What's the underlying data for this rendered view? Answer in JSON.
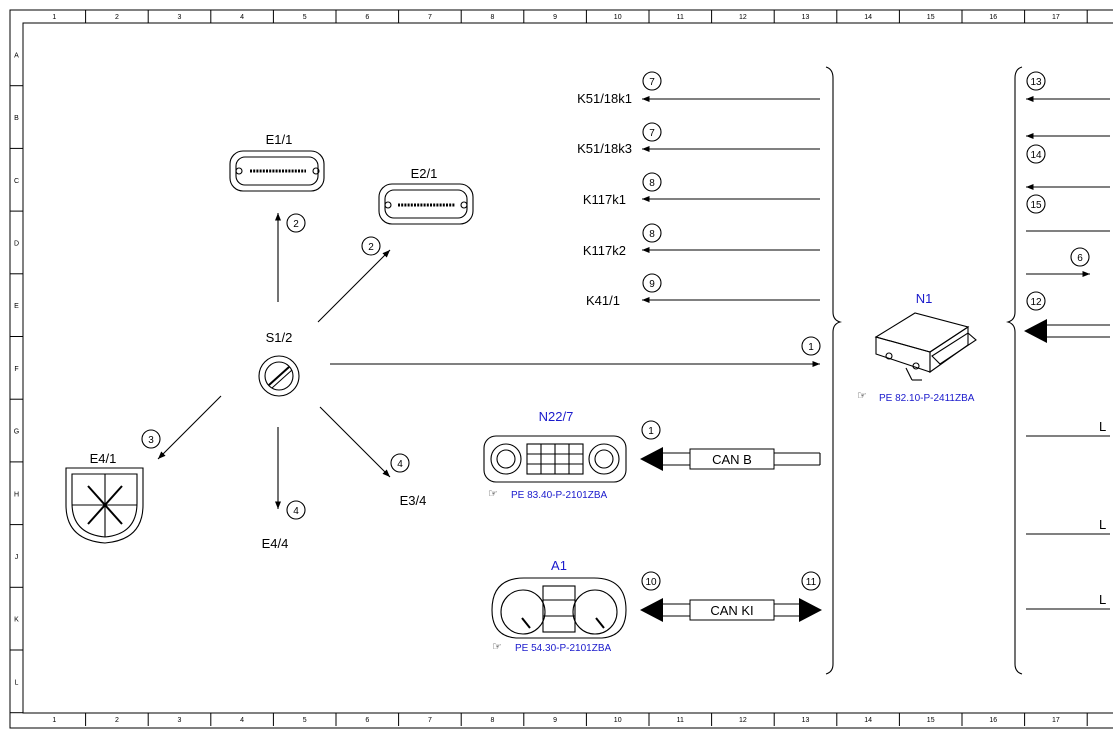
{
  "grid": {
    "columns": [
      "1",
      "2",
      "3",
      "4",
      "5",
      "6",
      "7",
      "8",
      "9",
      "10",
      "11",
      "12",
      "13",
      "14",
      "15",
      "16",
      "17"
    ],
    "rows": [
      "A",
      "B",
      "C",
      "D",
      "E",
      "F",
      "G",
      "H",
      "J",
      "K",
      "L"
    ]
  },
  "components": {
    "e1_1": "E1/1",
    "e2_1": "E2/1",
    "s1_2": "S1/2",
    "e4_1": "E4/1",
    "e4_4": "E4/4",
    "e3_4": "E3/4",
    "n22_7": "N22/7",
    "a1": "A1",
    "n1": "N1"
  },
  "outputs": {
    "k51_18k1": "K51/18k1",
    "k51_18k3": "K51/18k3",
    "k117k1": "K117k1",
    "k117k2": "K117k2",
    "k41_1": "K41/1"
  },
  "buses": {
    "can_b": "CAN B",
    "can_ki": "CAN KI"
  },
  "refs": {
    "n22_7": "PE 83.40-P-2101ZBA",
    "a1": "PE 54.30-P-2101ZBA",
    "n1": "PE 82.10-P-2411ZBA"
  },
  "bubbles": {
    "e1_1_link": "2",
    "e2_1_link": "2",
    "e4_1_link": "3",
    "e4_4_link": "4",
    "e3_4_link": "4",
    "k51_18k1": "7",
    "k51_18k3": "7",
    "k117k1": "8",
    "k117k2": "8",
    "k41_1": "9",
    "s1_2_to_n1": "1",
    "can_b": "1",
    "can_ki_left": "10",
    "can_ki_right": "11",
    "right_13": "13",
    "right_14": "14",
    "right_15": "15",
    "right_6": "6",
    "right_12": "12"
  },
  "right_edge_labels": [
    "L",
    "L",
    "L"
  ]
}
